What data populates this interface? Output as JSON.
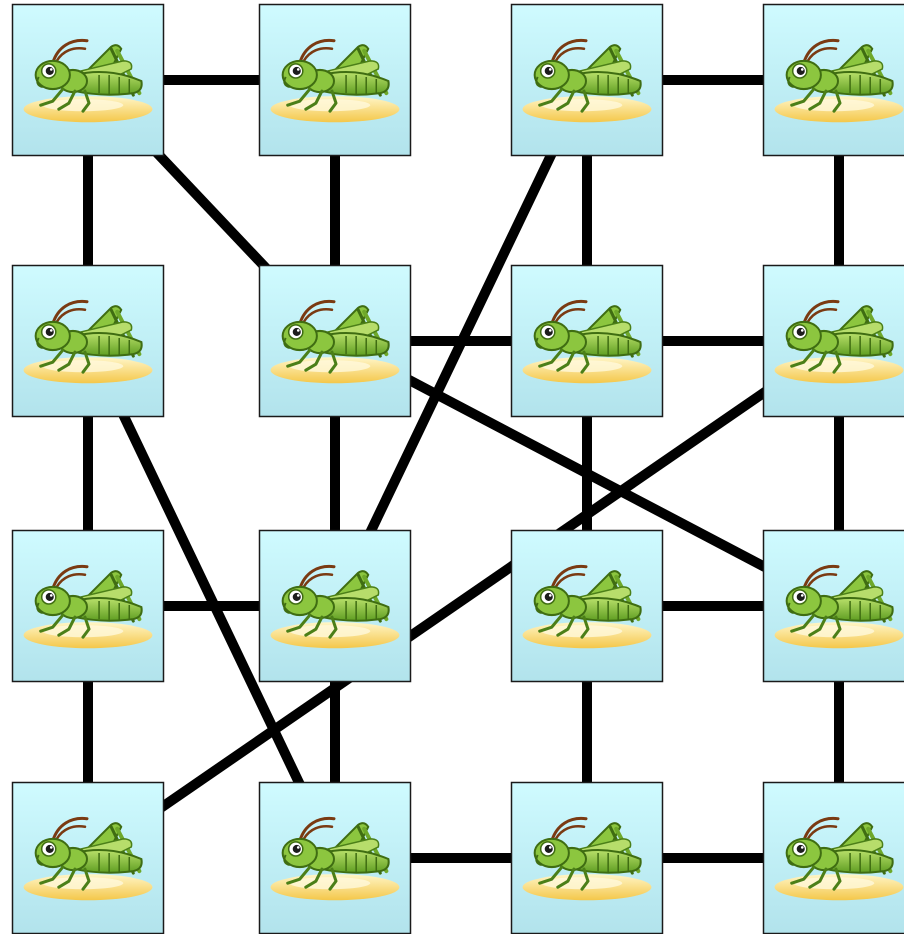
{
  "puzzle": {
    "type": "untangle-graph",
    "rows": 4,
    "cols": 4,
    "node_icon": "grasshopper-icon",
    "tile_color_top": "#cffbff",
    "tile_color_bottom": "#b2e3ec",
    "edge_color": "#000000",
    "nodes": [
      {
        "id": "r1c1",
        "row": 1,
        "col": 1
      },
      {
        "id": "r1c2",
        "row": 1,
        "col": 2
      },
      {
        "id": "r1c3",
        "row": 1,
        "col": 3
      },
      {
        "id": "r1c4",
        "row": 1,
        "col": 4
      },
      {
        "id": "r2c1",
        "row": 2,
        "col": 1
      },
      {
        "id": "r2c2",
        "row": 2,
        "col": 2
      },
      {
        "id": "r2c3",
        "row": 2,
        "col": 3
      },
      {
        "id": "r2c4",
        "row": 2,
        "col": 4
      },
      {
        "id": "r3c1",
        "row": 3,
        "col": 1
      },
      {
        "id": "r3c2",
        "row": 3,
        "col": 2
      },
      {
        "id": "r3c3",
        "row": 3,
        "col": 3
      },
      {
        "id": "r3c4",
        "row": 3,
        "col": 4
      },
      {
        "id": "r4c1",
        "row": 4,
        "col": 1
      },
      {
        "id": "r4c2",
        "row": 4,
        "col": 2
      },
      {
        "id": "r4c3",
        "row": 4,
        "col": 3
      },
      {
        "id": "r4c4",
        "row": 4,
        "col": 4
      }
    ],
    "edges": [
      [
        "r1c1",
        "r1c2"
      ],
      [
        "r1c3",
        "r1c4"
      ],
      [
        "r1c1",
        "r2c1"
      ],
      [
        "r1c2",
        "r2c2"
      ],
      [
        "r1c3",
        "r2c3"
      ],
      [
        "r1c4",
        "r2c4"
      ],
      [
        "r1c1",
        "r2c2"
      ],
      [
        "r1c3",
        "r3c2"
      ],
      [
        "r2c2",
        "r2c3"
      ],
      [
        "r2c3",
        "r2c4"
      ],
      [
        "r2c2",
        "r3c4"
      ],
      [
        "r2c4",
        "r4c1"
      ],
      [
        "r2c1",
        "r4c2"
      ],
      [
        "r2c1",
        "r3c1"
      ],
      [
        "r2c2",
        "r3c2"
      ],
      [
        "r2c3",
        "r3c3"
      ],
      [
        "r2c4",
        "r3c4"
      ],
      [
        "r3c1",
        "r3c2"
      ],
      [
        "r3c3",
        "r3c4"
      ],
      [
        "r3c1",
        "r4c1"
      ],
      [
        "r3c2",
        "r4c2"
      ],
      [
        "r3c3",
        "r4c3"
      ],
      [
        "r3c4",
        "r4c4"
      ],
      [
        "r4c2",
        "r4c3"
      ],
      [
        "r4c3",
        "r4c4"
      ]
    ]
  }
}
